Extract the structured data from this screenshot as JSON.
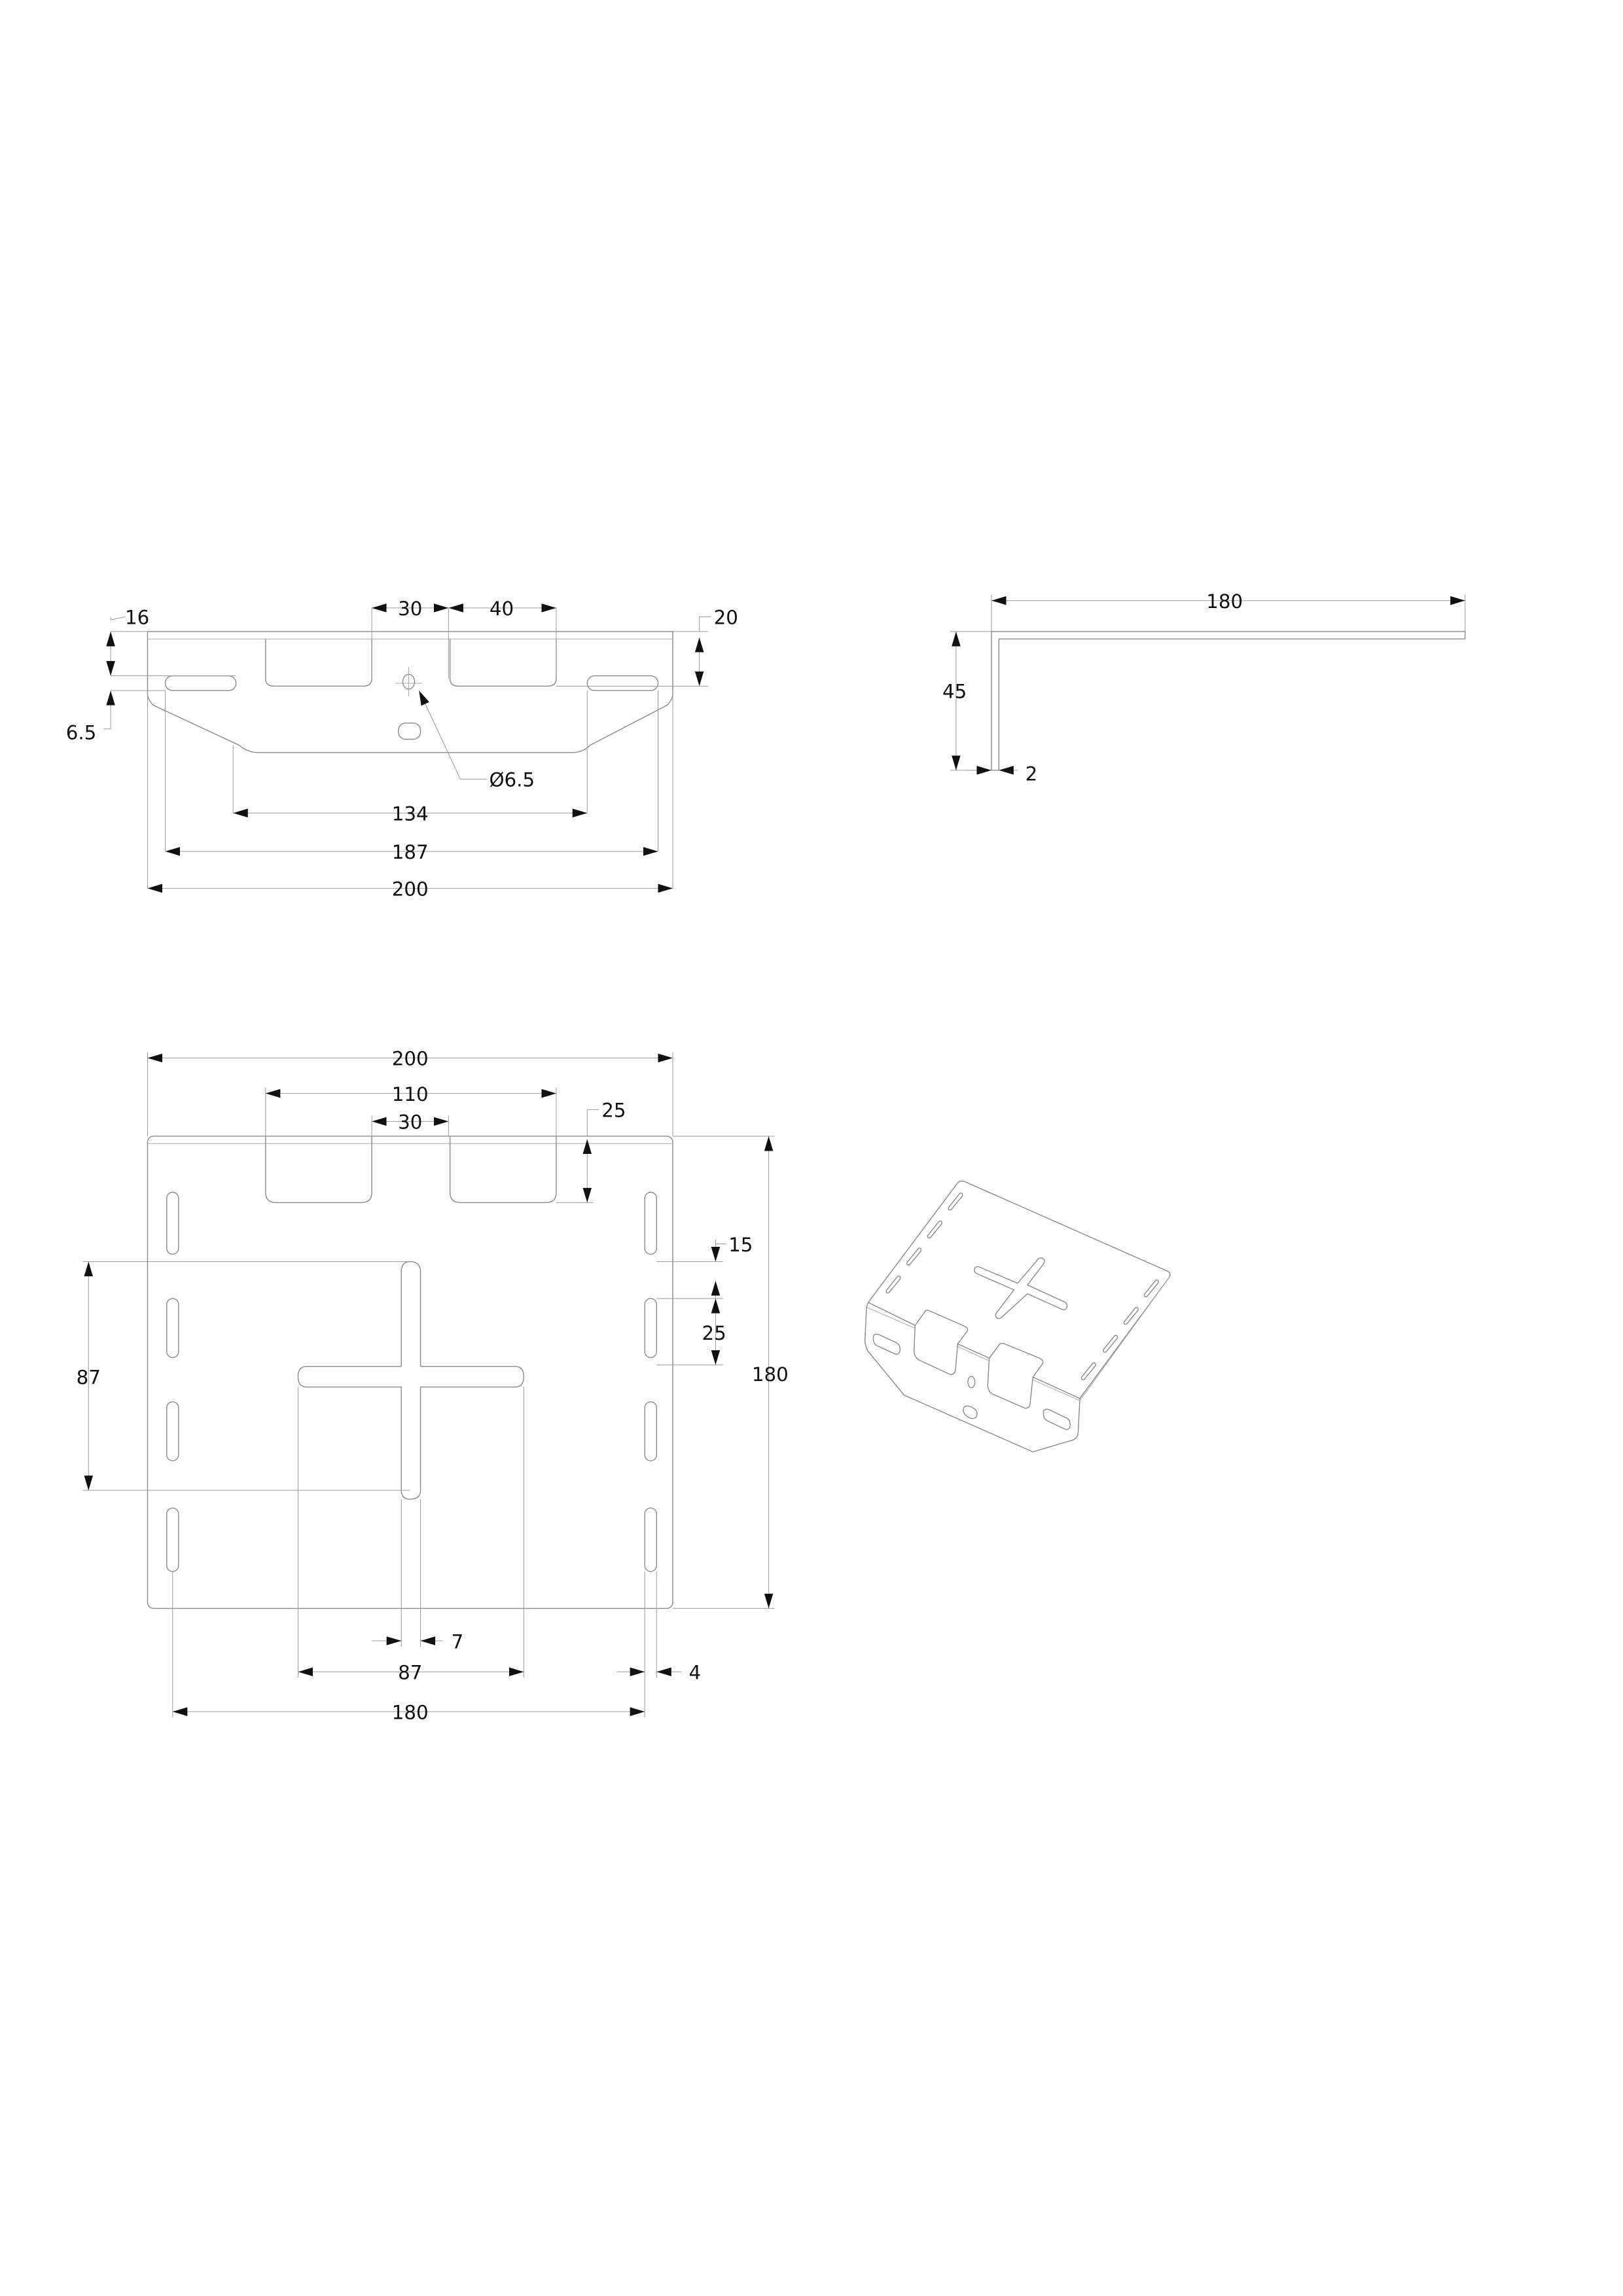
{
  "front_view": {
    "dim_16": "16",
    "dim_6_5": "6.5",
    "dim_30": "30",
    "dim_40": "40",
    "dim_20": "20",
    "hole_diameter": "Ø6.5",
    "dim_134": "134",
    "dim_187": "187",
    "dim_200": "200"
  },
  "side_view": {
    "dim_180": "180",
    "dim_45": "45",
    "dim_2": "2"
  },
  "top_view": {
    "dim_200": "200",
    "dim_110": "110",
    "dim_30": "30",
    "dim_25_top": "25",
    "dim_15": "15",
    "dim_25_right": "25",
    "dim_180_vertical": "180",
    "dim_87_vertical": "87",
    "dim_7": "7",
    "dim_87_horizontal": "87",
    "dim_4": "4",
    "dim_180_horizontal": "180"
  },
  "colors": {
    "line": "#8a8a8a",
    "text": "#111111"
  }
}
